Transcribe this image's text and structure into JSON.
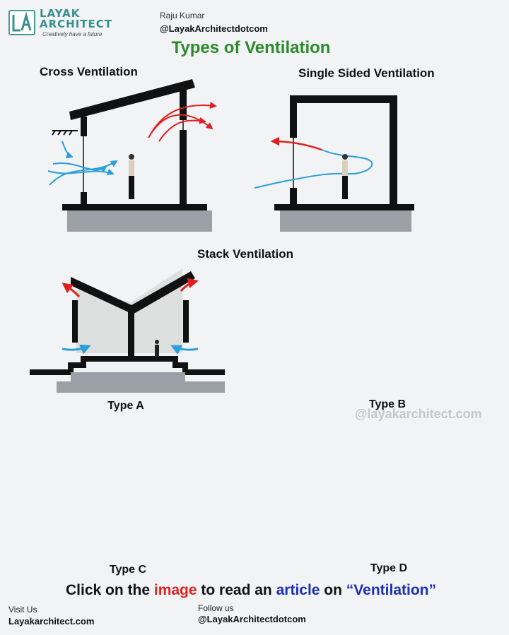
{
  "header": {
    "logo_line1": "LAYAK",
    "logo_line2": "ARCHITECT",
    "logo_tagline": "Creatively have a future",
    "author": "Raju Kumar",
    "handle": "@LayakArchitectdotcom",
    "title": "Types of Ventilation"
  },
  "sections": {
    "cross": "Cross Ventilation",
    "single": "Single Sided Ventilation",
    "stack": "Stack Ventilation"
  },
  "types": {
    "a": "Type A",
    "b": "Type B",
    "c": "Type C",
    "d": "Type D"
  },
  "watermark": "@layakarchitect.com",
  "cta": {
    "part1": "Click on the ",
    "image_word": "image",
    "part2": " to read an ",
    "article_word": "article",
    "part3": " on ",
    "quote_word": "“Ventilation”"
  },
  "footer": {
    "visit_label": "Visit Us",
    "visit_site": "Layakarchitect.com",
    "follow_label": "Follow us",
    "follow_handle": "@LayakArchitectdotcom"
  },
  "colors": {
    "title_green": "#2c8a2c",
    "airflow_blue": "#2a9fd8",
    "airflow_red": "#e02020",
    "ground_grey": "#9aa0a6",
    "wall_black": "#111111"
  }
}
